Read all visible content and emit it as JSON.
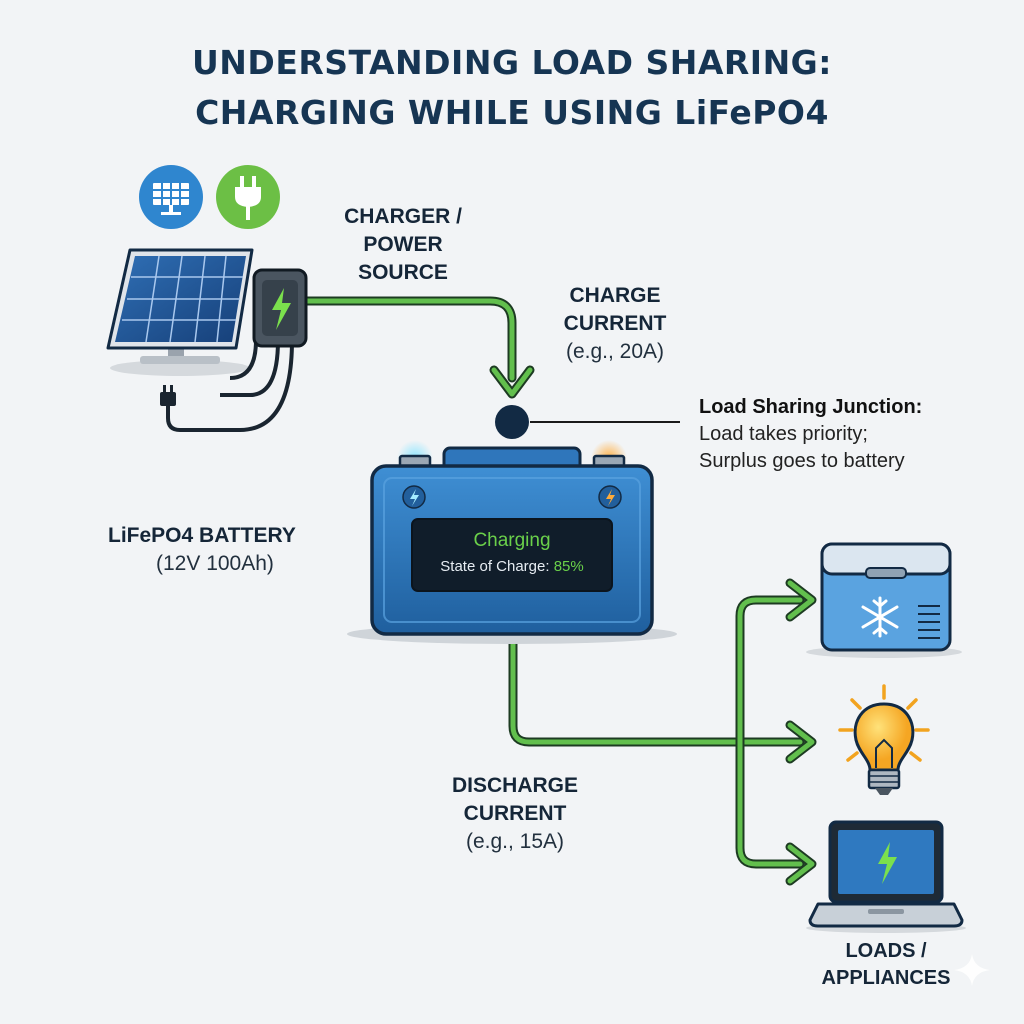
{
  "title": {
    "line1": "UNDERSTANDING LOAD SHARING:",
    "line2": "CHARGING WHILE USING LiFePO4"
  },
  "charger": {
    "label_line1": "CHARGER /",
    "label_line2": "POWER",
    "label_line3": "SOURCE"
  },
  "charge_current": {
    "label_line1": "CHARGE",
    "label_line2": "CURRENT",
    "value": "(e.g., 20A)"
  },
  "junction": {
    "title": "Load Sharing Junction:",
    "line1": "Load takes priority;",
    "line2": "Surplus goes to battery"
  },
  "battery": {
    "label": "LiFePO4 BATTERY",
    "spec": "(12V 100Ah)",
    "status": "Charging",
    "soc_label": "State of Charge:",
    "soc_value": "85%"
  },
  "discharge_current": {
    "label_line1": "DISCHARGE",
    "label_line2": "CURRENT",
    "value": "(e.g., 15A)"
  },
  "loads": {
    "label_line1": "LOADS /",
    "label_line2": "APPLIANCES",
    "items": [
      "fridge-icon",
      "light-bulb-icon",
      "laptop-icon"
    ]
  },
  "colors": {
    "flow_green": "#5db84a",
    "battery_blue": "#2f7bc0",
    "title_navy": "#163553",
    "status_green": "#6ad04a"
  }
}
